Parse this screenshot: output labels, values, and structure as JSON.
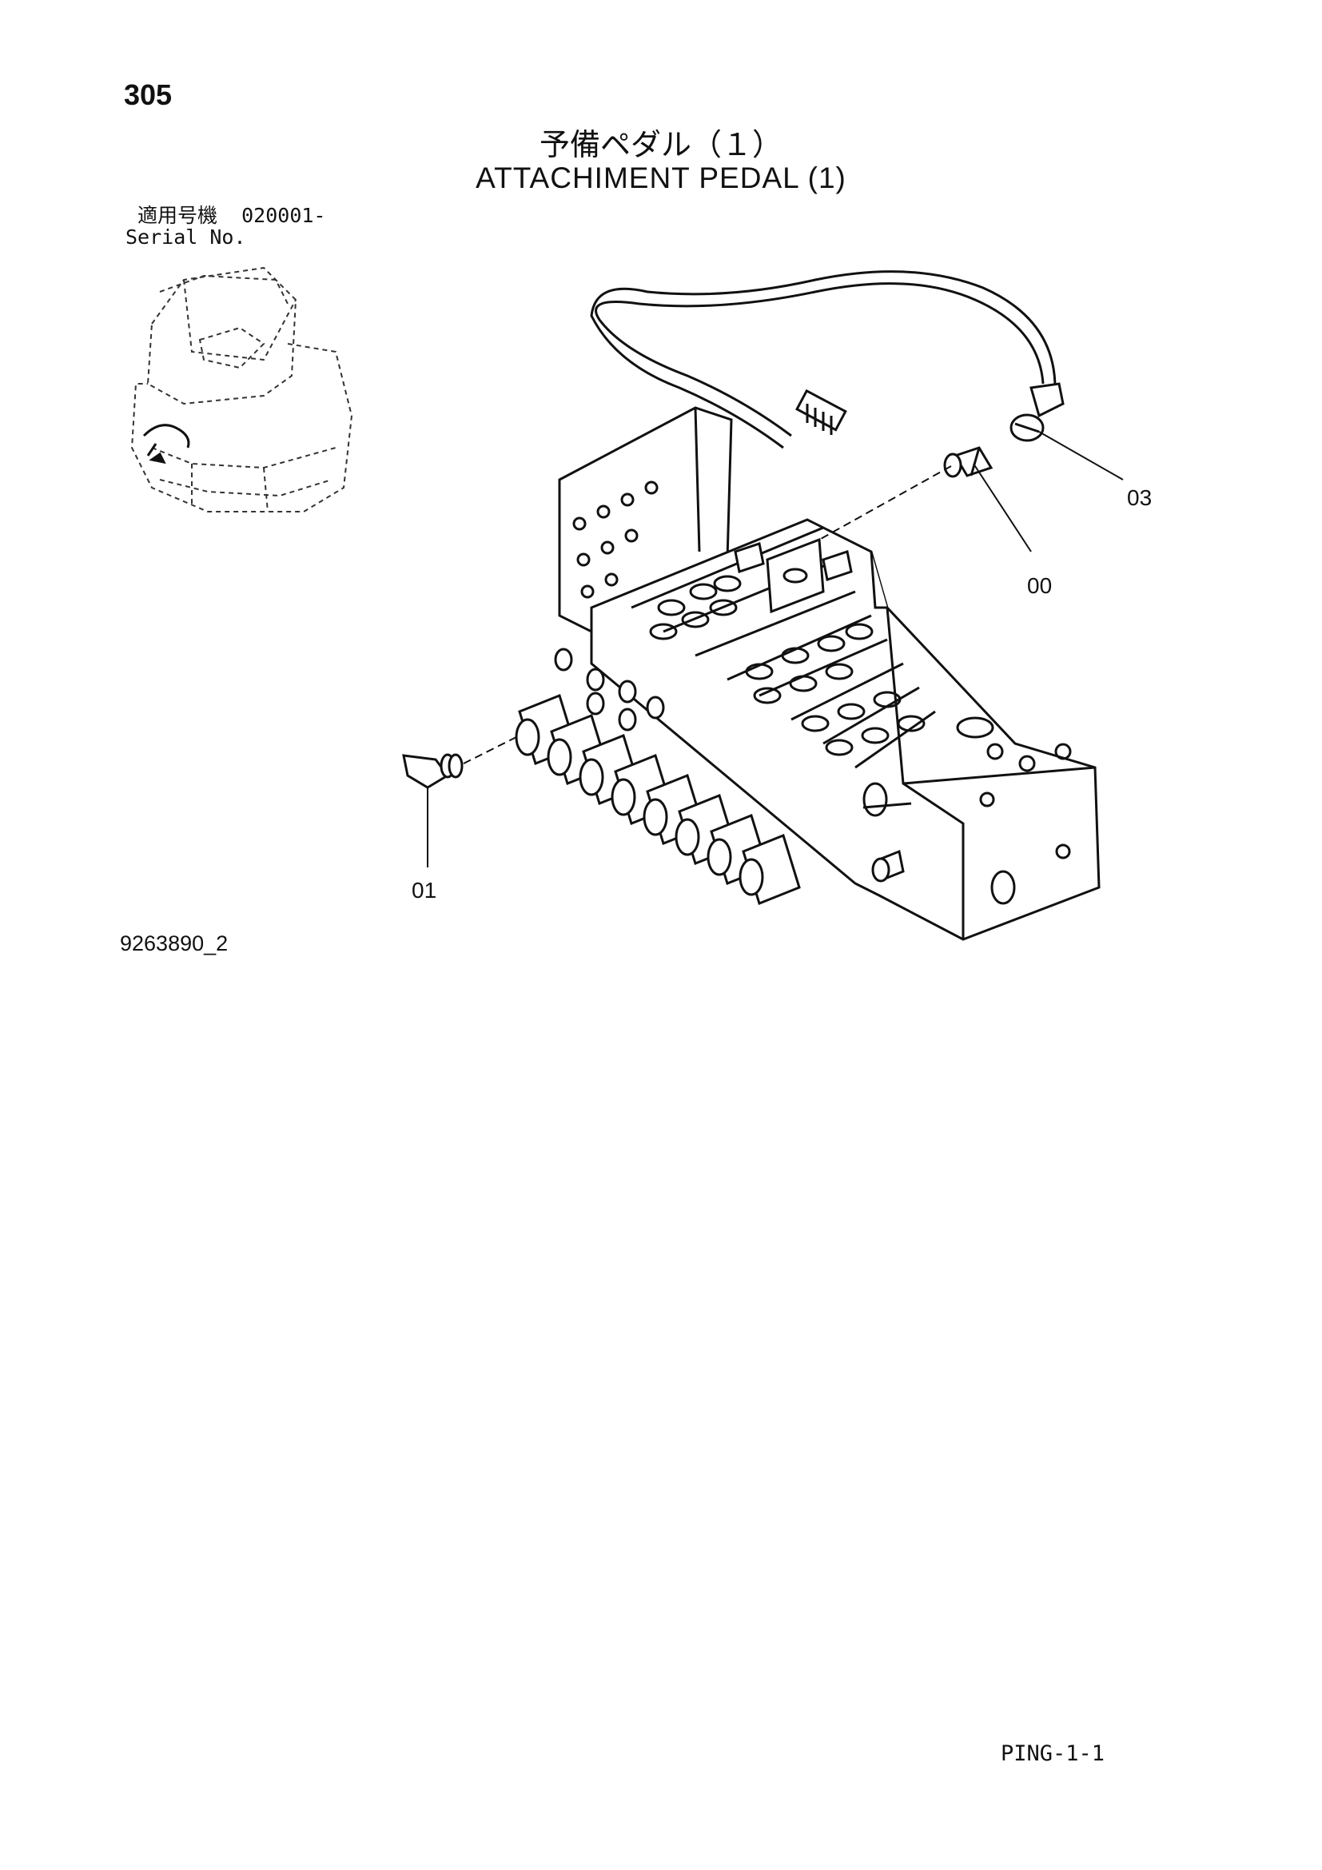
{
  "page_number": "305",
  "title_jp": "予備ペダル（１）",
  "title_en": "ATTACHIMENT PEDAL (1)",
  "serial": {
    "label_jp": "適用号機",
    "from": "020001-",
    "label_en": "Serial No."
  },
  "callouts": [
    "03",
    "00",
    "01"
  ],
  "drawing_number": "9263890_2",
  "page_code": "PING-1-1"
}
